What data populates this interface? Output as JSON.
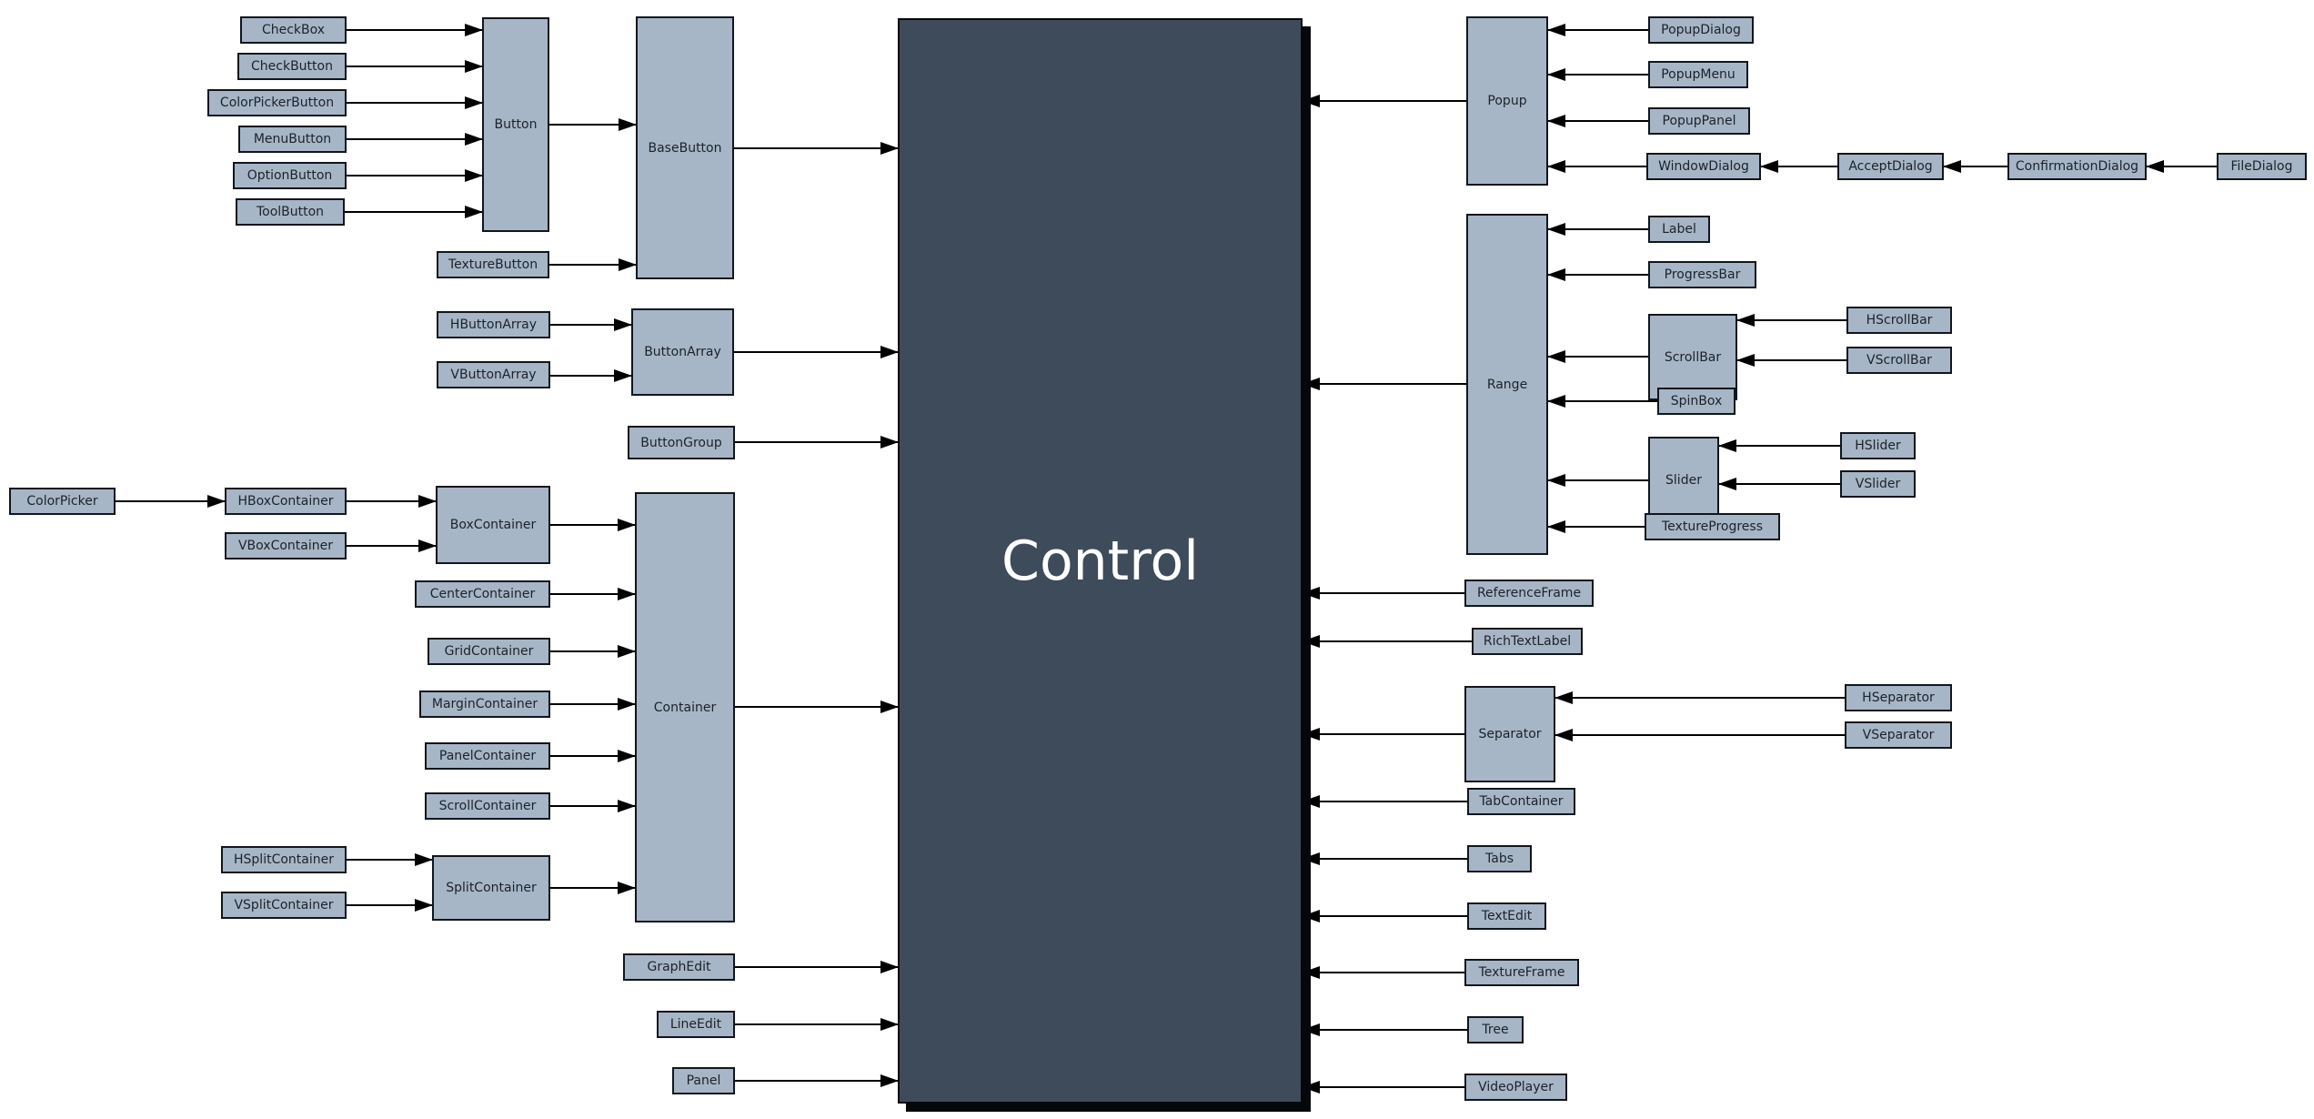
{
  "diagram": {
    "title": "Godot Control class inheritance diagram",
    "colors": {
      "background": "#ffffff",
      "node_fill": "#a7b6c6",
      "node_border": "#10161c",
      "node_text": "#1b222b",
      "control_fill": "#3e4b5a",
      "control_text": "#ffffff",
      "arrow": "#000000"
    },
    "nodes": {
      "checkbox": {
        "label": "CheckBox"
      },
      "checkbutton": {
        "label": "CheckButton"
      },
      "colorpickerbutton": {
        "label": "ColorPickerButton"
      },
      "menubutton": {
        "label": "MenuButton"
      },
      "optionbutton": {
        "label": "OptionButton"
      },
      "toolbutton": {
        "label": "ToolButton"
      },
      "button": {
        "label": "Button"
      },
      "basebutton": {
        "label": "BaseButton"
      },
      "texturebutton": {
        "label": "TextureButton"
      },
      "hbuttonarray": {
        "label": "HButtonArray"
      },
      "vbuttonarray": {
        "label": "VButtonArray"
      },
      "buttonarray": {
        "label": "ButtonArray"
      },
      "buttongroup": {
        "label": "ButtonGroup"
      },
      "colorpicker": {
        "label": "ColorPicker"
      },
      "hboxcontainer": {
        "label": "HBoxContainer"
      },
      "vboxcontainer": {
        "label": "VBoxContainer"
      },
      "boxcontainer": {
        "label": "BoxContainer"
      },
      "centercontainer": {
        "label": "CenterContainer"
      },
      "gridcontainer": {
        "label": "GridContainer"
      },
      "margincontainer": {
        "label": "MarginContainer"
      },
      "panelcontainer": {
        "label": "PanelContainer"
      },
      "scrollcontainer": {
        "label": "ScrollContainer"
      },
      "container": {
        "label": "Container"
      },
      "hsplitcontainer": {
        "label": "HSplitContainer"
      },
      "vsplitcontainer": {
        "label": "VSplitContainer"
      },
      "splitcontainer": {
        "label": "SplitContainer"
      },
      "graphedit": {
        "label": "GraphEdit"
      },
      "lineedit": {
        "label": "LineEdit"
      },
      "panel": {
        "label": "Panel"
      },
      "control": {
        "label": "Control"
      },
      "popup": {
        "label": "Popup"
      },
      "popupdialog": {
        "label": "PopupDialog"
      },
      "popupmenu": {
        "label": "PopupMenu"
      },
      "popuppanel": {
        "label": "PopupPanel"
      },
      "windowdialog": {
        "label": "WindowDialog"
      },
      "acceptdialog": {
        "label": "AcceptDialog"
      },
      "confirmationdialog": {
        "label": "ConfirmationDialog"
      },
      "filedialog": {
        "label": "FileDialog"
      },
      "range": {
        "label": "Range"
      },
      "label": {
        "label": "Label"
      },
      "progressbar": {
        "label": "ProgressBar"
      },
      "scrollbar": {
        "label": "ScrollBar"
      },
      "hscrollbar": {
        "label": "HScrollBar"
      },
      "vscrollbar": {
        "label": "VScrollBar"
      },
      "spinbox": {
        "label": "SpinBox"
      },
      "slider": {
        "label": "Slider"
      },
      "hslider": {
        "label": "HSlider"
      },
      "vslider": {
        "label": "VSlider"
      },
      "textureprogress": {
        "label": "TextureProgress"
      },
      "referenceframe": {
        "label": "ReferenceFrame"
      },
      "richtextlabel": {
        "label": "RichTextLabel"
      },
      "separator": {
        "label": "Separator"
      },
      "hseparator": {
        "label": "HSeparator"
      },
      "vseparator": {
        "label": "VSeparator"
      },
      "tabcontainer": {
        "label": "TabContainer"
      },
      "tabs": {
        "label": "Tabs"
      },
      "textedit": {
        "label": "TextEdit"
      },
      "textureframe": {
        "label": "TextureFrame"
      },
      "tree": {
        "label": "Tree"
      },
      "videoplayer": {
        "label": "VideoPlayer"
      }
    },
    "edges": [
      {
        "from": "CheckBox",
        "to": "Button"
      },
      {
        "from": "CheckButton",
        "to": "Button"
      },
      {
        "from": "ColorPickerButton",
        "to": "Button"
      },
      {
        "from": "MenuButton",
        "to": "Button"
      },
      {
        "from": "OptionButton",
        "to": "Button"
      },
      {
        "from": "ToolButton",
        "to": "Button"
      },
      {
        "from": "Button",
        "to": "BaseButton"
      },
      {
        "from": "TextureButton",
        "to": "BaseButton"
      },
      {
        "from": "BaseButton",
        "to": "Control"
      },
      {
        "from": "HButtonArray",
        "to": "ButtonArray"
      },
      {
        "from": "VButtonArray",
        "to": "ButtonArray"
      },
      {
        "from": "ButtonArray",
        "to": "Control"
      },
      {
        "from": "ButtonGroup",
        "to": "Control"
      },
      {
        "from": "ColorPicker",
        "to": "HBoxContainer"
      },
      {
        "from": "HBoxContainer",
        "to": "BoxContainer"
      },
      {
        "from": "VBoxContainer",
        "to": "BoxContainer"
      },
      {
        "from": "BoxContainer",
        "to": "Container"
      },
      {
        "from": "CenterContainer",
        "to": "Container"
      },
      {
        "from": "GridContainer",
        "to": "Container"
      },
      {
        "from": "MarginContainer",
        "to": "Container"
      },
      {
        "from": "PanelContainer",
        "to": "Container"
      },
      {
        "from": "ScrollContainer",
        "to": "Container"
      },
      {
        "from": "HSplitContainer",
        "to": "SplitContainer"
      },
      {
        "from": "VSplitContainer",
        "to": "SplitContainer"
      },
      {
        "from": "SplitContainer",
        "to": "Container"
      },
      {
        "from": "Container",
        "to": "Control"
      },
      {
        "from": "GraphEdit",
        "to": "Control"
      },
      {
        "from": "LineEdit",
        "to": "Control"
      },
      {
        "from": "Panel",
        "to": "Control"
      },
      {
        "from": "Popup",
        "to": "Control"
      },
      {
        "from": "PopupDialog",
        "to": "Popup"
      },
      {
        "from": "PopupMenu",
        "to": "Popup"
      },
      {
        "from": "PopupPanel",
        "to": "Popup"
      },
      {
        "from": "WindowDialog",
        "to": "Popup"
      },
      {
        "from": "AcceptDialog",
        "to": "WindowDialog"
      },
      {
        "from": "ConfirmationDialog",
        "to": "AcceptDialog"
      },
      {
        "from": "FileDialog",
        "to": "ConfirmationDialog"
      },
      {
        "from": "Range",
        "to": "Control"
      },
      {
        "from": "Label",
        "to": "Range"
      },
      {
        "from": "ProgressBar",
        "to": "Range"
      },
      {
        "from": "ScrollBar",
        "to": "Range"
      },
      {
        "from": "HScrollBar",
        "to": "ScrollBar"
      },
      {
        "from": "VScrollBar",
        "to": "ScrollBar"
      },
      {
        "from": "SpinBox",
        "to": "Range"
      },
      {
        "from": "Slider",
        "to": "Range"
      },
      {
        "from": "HSlider",
        "to": "Slider"
      },
      {
        "from": "VSlider",
        "to": "Slider"
      },
      {
        "from": "TextureProgress",
        "to": "Range"
      },
      {
        "from": "ReferenceFrame",
        "to": "Control"
      },
      {
        "from": "RichTextLabel",
        "to": "Control"
      },
      {
        "from": "Separator",
        "to": "Control"
      },
      {
        "from": "HSeparator",
        "to": "Separator"
      },
      {
        "from": "VSeparator",
        "to": "Separator"
      },
      {
        "from": "TabContainer",
        "to": "Control"
      },
      {
        "from": "Tabs",
        "to": "Control"
      },
      {
        "from": "TextEdit",
        "to": "Control"
      },
      {
        "from": "TextureFrame",
        "to": "Control"
      },
      {
        "from": "Tree",
        "to": "Control"
      },
      {
        "from": "VideoPlayer",
        "to": "Control"
      }
    ]
  }
}
